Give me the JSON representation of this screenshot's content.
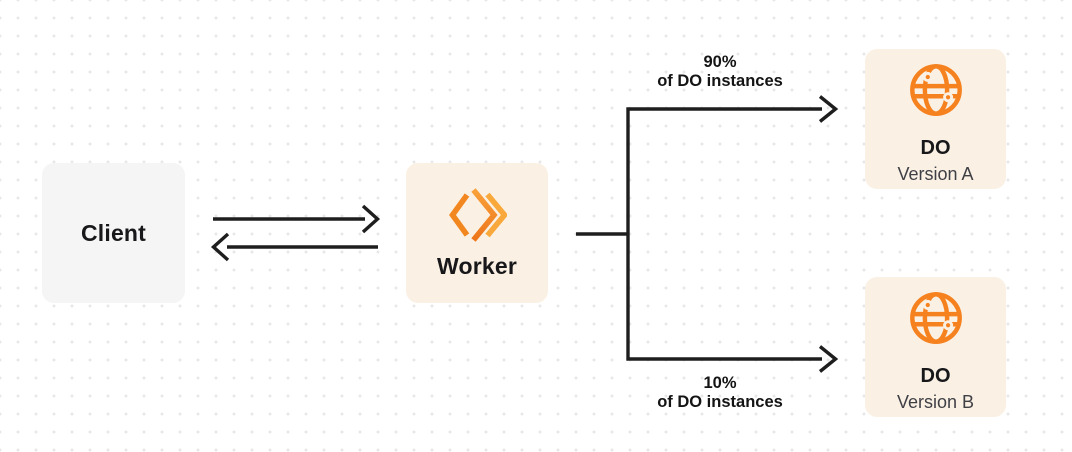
{
  "nodes": {
    "client": {
      "label": "Client"
    },
    "worker": {
      "label": "Worker",
      "icon": "workers-chevrons-icon"
    },
    "do_version_a": {
      "title": "DO",
      "subtitle": "Version A",
      "icon": "durable-object-globe-icon"
    },
    "do_version_b": {
      "title": "DO",
      "subtitle": "Version B",
      "icon": "durable-object-globe-icon"
    }
  },
  "edges": {
    "client_worker": {
      "type": "bidirectional-arrows"
    },
    "worker_to_do_a": {
      "percent": "90%",
      "caption": "of DO instances"
    },
    "worker_to_do_b": {
      "percent": "10%",
      "caption": "of DO instances"
    }
  },
  "colors": {
    "accent_orange": "#F6821F",
    "accent_orange_light": "#F9A83C",
    "node_cream_bg": "#FAF1E4",
    "node_gray_bg": "#F5F5F6",
    "connector": "#1E1E1E",
    "text_primary": "#18181B",
    "text_secondary": "#3F3F46",
    "dot_grid": "#E7E7E7"
  }
}
